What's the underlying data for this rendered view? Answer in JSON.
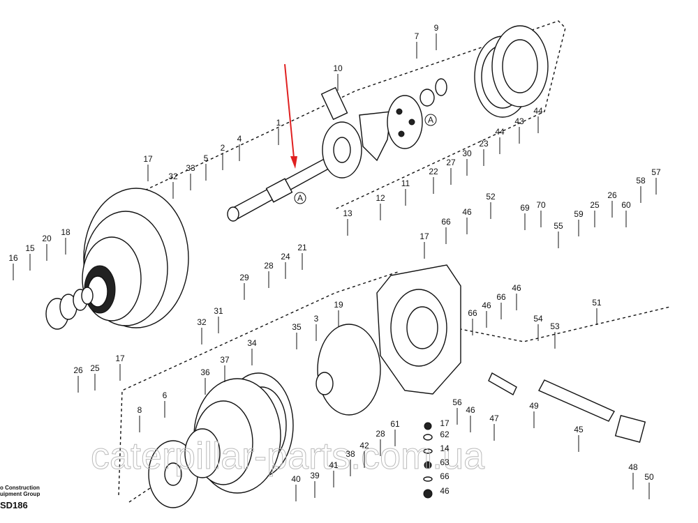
{
  "diagram": {
    "title_code": "SD186",
    "publisher_line1": "o Construction",
    "publisher_line2": "uipment Group",
    "watermark": "caterpillar-parts.com.ua",
    "highlight_color": "#e02020",
    "callouts": [
      "1",
      "2",
      "4",
      "5",
      "33",
      "32",
      "17",
      "10",
      "7",
      "9",
      "13",
      "12",
      "11",
      "22",
      "27",
      "30",
      "23",
      "44",
      "43",
      "44",
      "A",
      "A",
      "21",
      "24",
      "28",
      "29",
      "18",
      "20",
      "15",
      "16",
      "26",
      "25",
      "31",
      "32",
      "17",
      "52",
      "46",
      "66",
      "17",
      "69",
      "70",
      "55",
      "59",
      "25",
      "26",
      "58",
      "60",
      "57",
      "51",
      "46",
      "66",
      "46",
      "66",
      "19",
      "3",
      "35",
      "34",
      "37",
      "36",
      "6",
      "8",
      "54",
      "53",
      "49",
      "45",
      "48",
      "50",
      "47",
      "46",
      "56",
      "61",
      "28",
      "42",
      "38",
      "41",
      "39",
      "40",
      "17",
      "62",
      "14",
      "63",
      "66",
      "46"
    ]
  }
}
